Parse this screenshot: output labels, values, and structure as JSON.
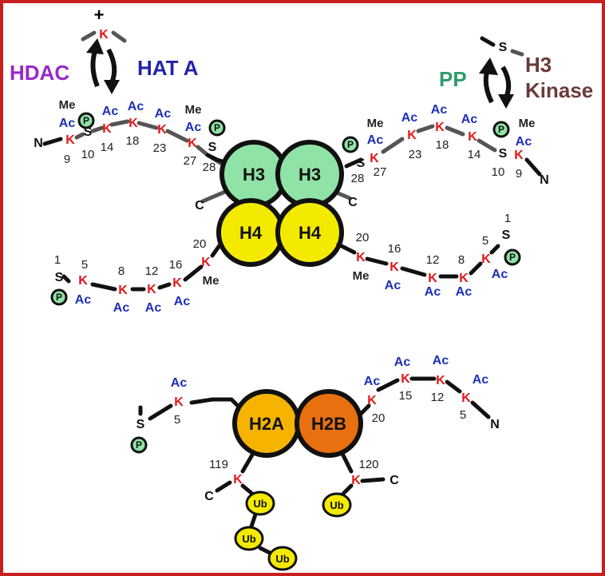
{
  "enzymes": {
    "hdac": "HDAC",
    "hat": "HAT A",
    "pp": "PP",
    "h3_kinase_line1": "H3",
    "h3_kinase_line2": "Kinase",
    "plus_sign": "+",
    "colors": {
      "hdac": "#9b27c9",
      "hat": "#2424a8",
      "pp": "#2f9a6a",
      "kinase": "#6b3a3a"
    }
  },
  "enzyme_residues": {
    "left": "K",
    "right": "S"
  },
  "histones": {
    "h3": "H3",
    "h4": "H4",
    "h2a": "H2A",
    "h2b": "H2B",
    "colors": {
      "h3": "#8fe3a6",
      "h4": "#f3ea00",
      "h2a": "#f6b400",
      "h2b": "#e8700f"
    }
  },
  "labels": {
    "n_terminus": "N",
    "c_terminus": "C",
    "lysine": "K",
    "serine": "S",
    "acetyl": "Ac",
    "methyl": "Me",
    "phospho": "P",
    "ubiquitin": "Ub"
  },
  "numbers": {
    "h3_left": [
      "9",
      "10",
      "14",
      "18",
      "23",
      "27",
      "28"
    ],
    "h3_right": [
      "28",
      "27",
      "23",
      "18",
      "14",
      "10",
      "9"
    ],
    "h4_left": [
      "1",
      "5",
      "8",
      "12",
      "16",
      "20"
    ],
    "h4_right": [
      "20",
      "16",
      "12",
      "8",
      "5",
      "1"
    ],
    "h2a": [
      "5",
      "119"
    ],
    "h2b": [
      "20",
      "15",
      "12",
      "5",
      "120"
    ]
  }
}
